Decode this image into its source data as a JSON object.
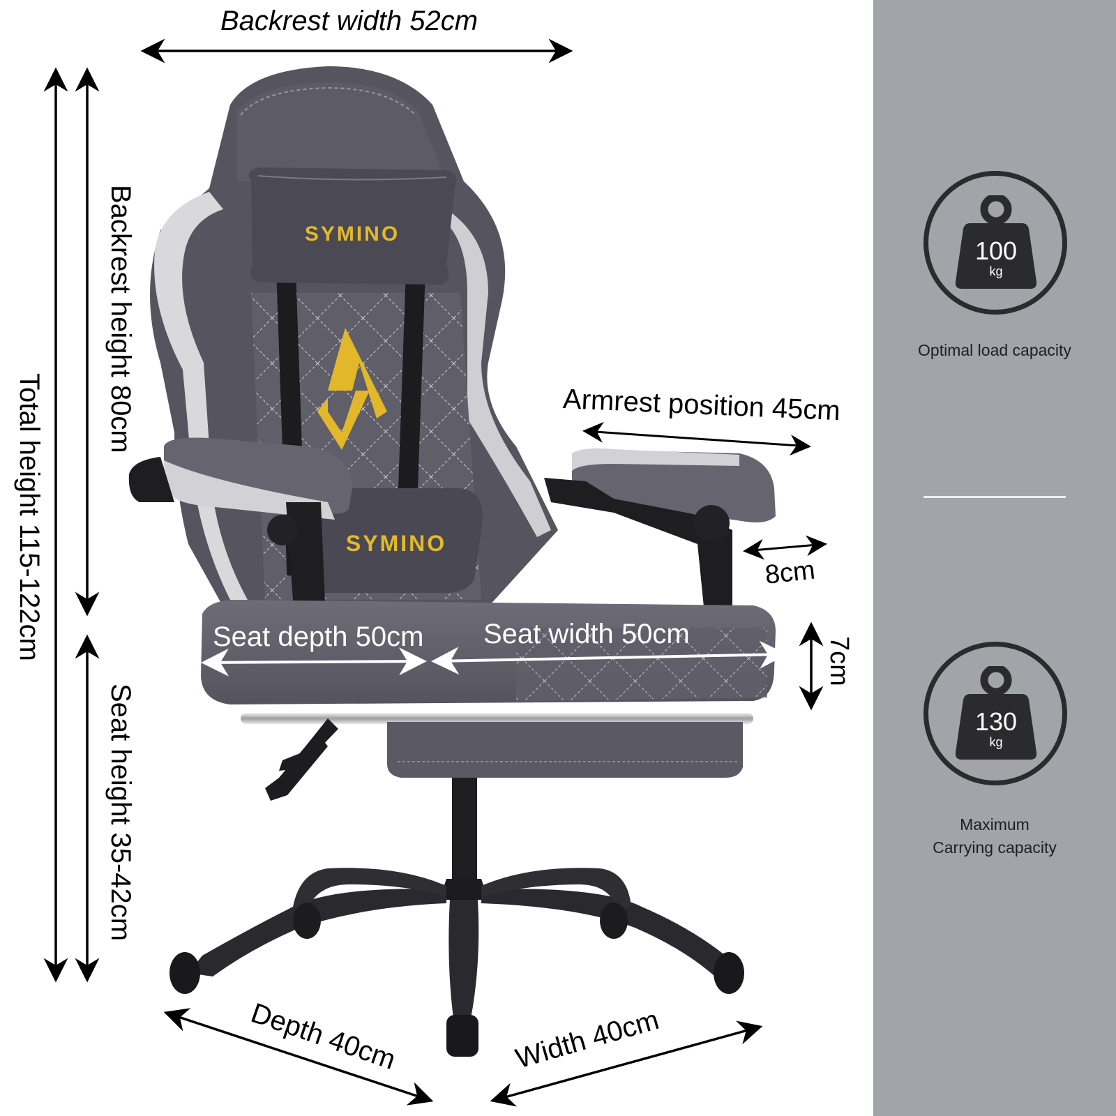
{
  "product": {
    "brand": "SYMINO",
    "type": "gaming chair with footrest",
    "colors": {
      "upholstery": "#5d5c66",
      "trim": "#d9d9dc",
      "logo_gold": "#e4b92c",
      "frame": "#1f1f22",
      "sidebar_bg": "#a1a4a8",
      "badge_dark": "#2b2b2d"
    }
  },
  "dimensions": {
    "backrest_width": "Backrest width 52cm",
    "backrest_height": "Backrest height 80cm",
    "total_height": "Total height 115-122cm",
    "seat_height": "Seat height 35-42cm",
    "armrest_position": "Armrest position 45cm",
    "armrest_adjust": "8cm",
    "seat_depth": "Seat depth 50cm",
    "seat_width": "Seat width 50cm",
    "seat_thickness": "7cm",
    "base_depth": "Depth 40cm",
    "base_width": "Width 40cm"
  },
  "sidebar": {
    "specs": [
      {
        "icon": "weight-icon",
        "value": "100",
        "unit": "kg",
        "caption_line1": "Optimal load capacity",
        "caption_line2": ""
      },
      {
        "icon": "weight-icon",
        "value": "130",
        "unit": "kg",
        "caption_line1": "Maximum",
        "caption_line2": "Carrying capacity"
      }
    ]
  }
}
